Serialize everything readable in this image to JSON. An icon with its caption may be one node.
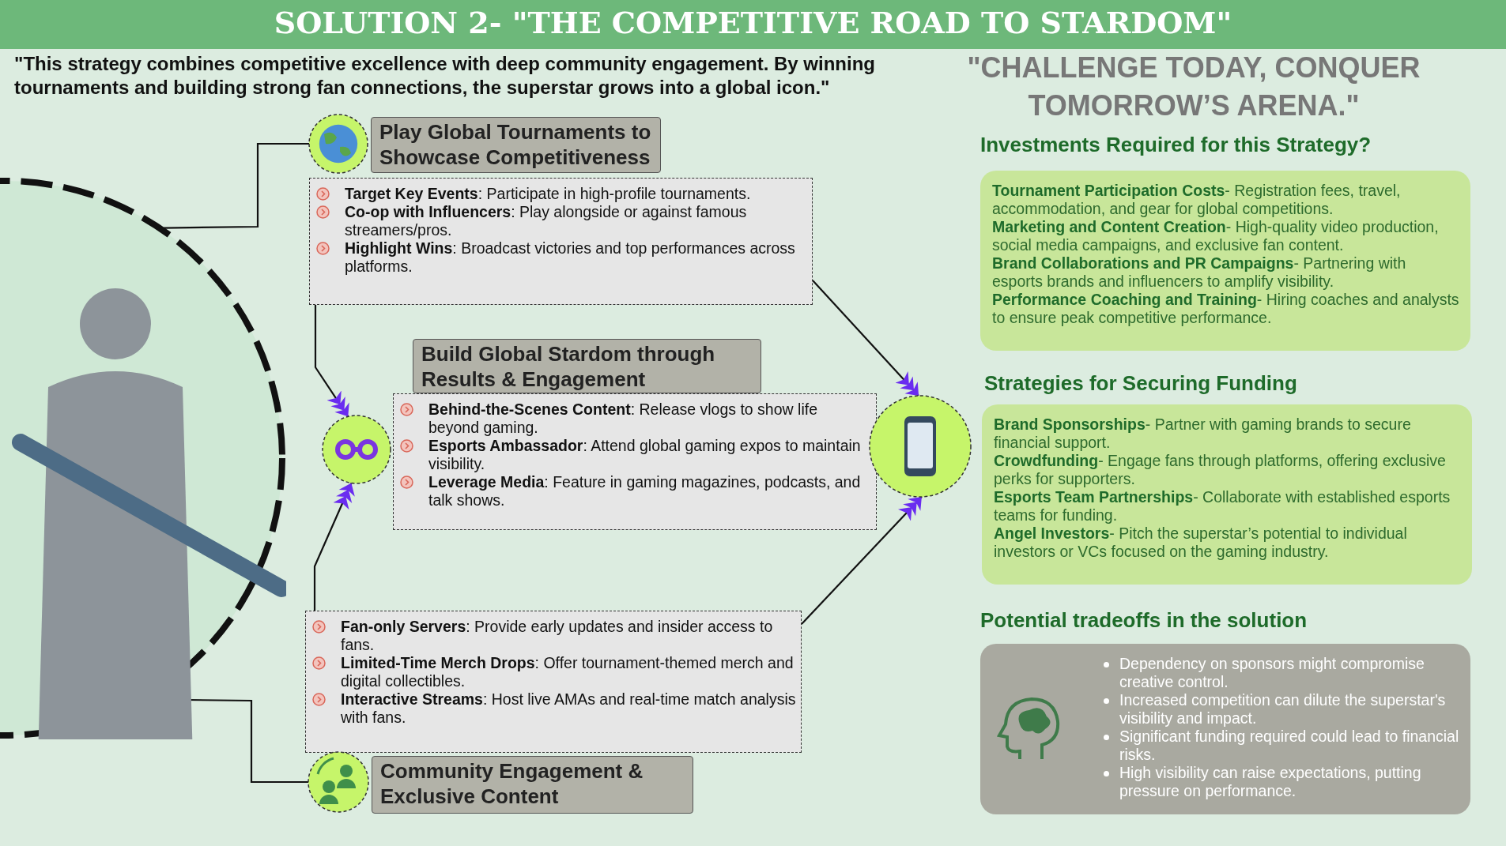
{
  "diagram": {
    "title": "SOLUTION 2- \"THE COMPETITIVE ROAD TO STARDOM\"",
    "nodes": [
      {
        "text": [],
        "shape": "circle"
      },
      {
        "text": [],
        "shape": "picture"
      },
      {
        "text": [
          "Play Global Tournaments to Showcase Competitiveness"
        ]
      },
      {
        "text": [
          "**Target Key Events**: Participate in high-profile tournaments.",
          "**Co-op with Influencers**: Play alongside or against famous streamers/pros.",
          "**Highlight Wins**: Broadcast victories and top performances across platforms."
        ]
      },
      {
        "text": [],
        "shape": "picture"
      },
      {
        "text": [
          "Build Global Stardom through Results & Engagement"
        ]
      },
      {
        "text": [
          "**Behind-the-Scenes Content**: Release vlogs to show life beyond gaming.",
          "**Esports Ambassador**: Attend global gaming expos to maintain visibility.",
          "**Leverage Media**: Feature in gaming magazines, podcasts, and talk shows."
        ]
      },
      {
        "text": [],
        "shape": "picture"
      },
      {
        "text": [
          "**Fan-only Servers**: Provide early updates and insider access to fans.",
          "**Limited-Time Merch Drops**: Offer tournament-themed merch and digital collectibles.",
          "**Interactive Streams**: Host live AMAs and real-time match analysis with fans."
        ]
      },
      {
        "text": [],
        "shape": "picture"
      },
      {
        "text": [
          "Community Engagement & Exclusive Content"
        ]
      },
      {
        "text": [
          "**Tournament Participation Costs**- Registration fees, travel, accommodation, and gear for global competitions.",
          "**Marketing and Content Creation**- High-quality video production, social media campaigns, and exclusive fan content.",
          "**Brand Collaborations and PR Campaigns**- Partnering with esports brands and influencers to amplify visibility.",
          "**Performance Coaching and Training**- Hiring coaches and analysts to ensure peak competitive performance."
        ]
      },
      {
        "text": [
          "**Brand Sponsorships**- Partner with gaming brands to secure financial support.",
          "**Crowdfunding**- Engage fans through platforms, offering exclusive perks for supporters.",
          "**Esports Team Partnerships**- Collaborate with established esports teams for funding.",
          "**Angel Investors**- Pitch the superstar’s potential to individual investors or VCs focused on the gaming industry."
        ]
      },
      {
        "text": [
          "Dependency on sponsors might compromise creative control.",
          "Increased competition can dilute the superstar's visibility and impact.",
          "Significant funding required could lead to financial risks.",
          "High visibility can raise expectations, putting pressure on performance."
        ]
      }
    ],
    "edges": [
      {
        "from": 0,
        "to": 1,
        "arrow": "none"
      },
      {
        "from": 0,
        "to": 9,
        "arrow": "none"
      },
      {
        "from": 3,
        "to": 4,
        "arrow": "to"
      },
      {
        "from": 8,
        "to": 4,
        "arrow": "to"
      },
      {
        "from": 3,
        "to": 7,
        "arrow": "to"
      },
      {
        "from": 8,
        "to": 7,
        "arrow": "to"
      }
    ],
    "labels": [
      "\"This strategy combines competitive excellence with deep community engagement. By winning tournaments and building strong fan connections, the superstar grows into a global icon.\"",
      "\"CHALLENGE TODAY, CONQUER TOMORROW’S ARENA.\"",
      "Investments Required for this Strategy?",
      "Strategies for Securing Funding",
      "Potential tradeoffs in the solution"
    ]
  }
}
